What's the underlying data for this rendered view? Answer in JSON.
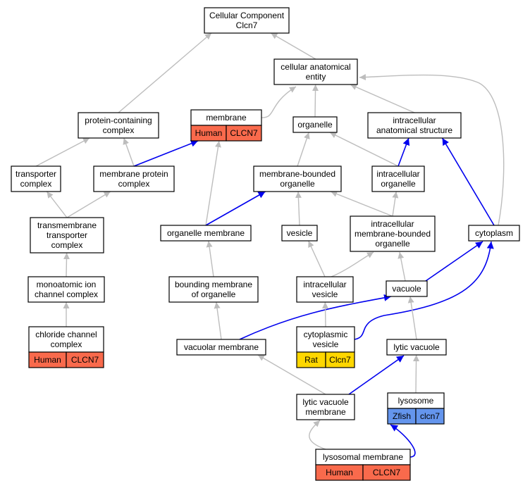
{
  "colors": {
    "human": "#f96a4c",
    "rat": "#ffd700",
    "zfish": "#6495ed",
    "edge_gray": "#bdbdbd",
    "edge_blue": "#0000ee"
  },
  "nodes": {
    "cellular_component": [
      "Cellular Component",
      "Clcn7"
    ],
    "cellular_anatomical_entity": [
      "cellular anatomical",
      "entity"
    ],
    "protein_containing_complex": [
      "protein-containing",
      "complex"
    ],
    "membrane": [
      "membrane"
    ],
    "organelle": [
      "organelle"
    ],
    "intracellular_anatomical_structure": [
      "intracellular",
      "anatomical structure"
    ],
    "transporter_complex": [
      "transporter",
      "complex"
    ],
    "membrane_protein_complex": [
      "membrane protein",
      "complex"
    ],
    "membrane_bounded_organelle": [
      "membrane-bounded",
      "organelle"
    ],
    "intracellular_organelle": [
      "intracellular",
      "organelle"
    ],
    "transmembrane_transporter_complex": [
      "transmembrane",
      "transporter",
      "complex"
    ],
    "organelle_membrane": [
      "organelle membrane"
    ],
    "vesicle": [
      "vesicle"
    ],
    "intracellular_membrane_bounded_organelle": [
      "intracellular",
      "membrane-bounded",
      "organelle"
    ],
    "cytoplasm": [
      "cytoplasm"
    ],
    "monoatomic_ion_channel_complex": [
      "monoatomic ion",
      "channel complex"
    ],
    "bounding_membrane_of_organelle": [
      "bounding membrane",
      "of organelle"
    ],
    "intracellular_vesicle": [
      "intracellular",
      "vesicle"
    ],
    "vacuole": [
      "vacuole"
    ],
    "chloride_channel_complex": [
      "chloride channel",
      "complex"
    ],
    "vacuolar_membrane": [
      "vacuolar membrane"
    ],
    "cytoplasmic_vesicle": [
      "cytoplasmic",
      "vesicle"
    ],
    "lytic_vacuole": [
      "lytic vacuole"
    ],
    "lytic_vacuole_membrane": [
      "lytic vacuole",
      "membrane"
    ],
    "lysosome": [
      "lysosome"
    ],
    "lysosomal_membrane": [
      "lysosomal membrane"
    ]
  },
  "annotations": {
    "membrane": [
      "Human",
      "CLCN7"
    ],
    "chloride_channel_complex": [
      "Human",
      "CLCN7"
    ],
    "cytoplasmic_vesicle": [
      "Rat",
      "Clcn7"
    ],
    "lysosome": [
      "Zfish",
      "clcn7"
    ],
    "lysosomal_membrane": [
      "Human",
      "CLCN7"
    ]
  },
  "edges": [
    {
      "from": "cellular_anatomical_entity",
      "to": "cellular_component",
      "type": "gray"
    },
    {
      "from": "protein_containing_complex",
      "to": "cellular_component",
      "type": "gray"
    },
    {
      "from": "membrane",
      "to": "cellular_anatomical_entity",
      "type": "gray"
    },
    {
      "from": "organelle",
      "to": "cellular_anatomical_entity",
      "type": "gray"
    },
    {
      "from": "intracellular_anatomical_structure",
      "to": "cellular_anatomical_entity",
      "type": "gray"
    },
    {
      "from": "cytoplasm",
      "to": "cellular_anatomical_entity",
      "type": "gray"
    },
    {
      "from": "transporter_complex",
      "to": "protein_containing_complex",
      "type": "gray"
    },
    {
      "from": "membrane_protein_complex",
      "to": "protein_containing_complex",
      "type": "gray"
    },
    {
      "from": "membrane_protein_complex",
      "to": "membrane",
      "type": "blue"
    },
    {
      "from": "membrane_bounded_organelle",
      "to": "organelle",
      "type": "gray"
    },
    {
      "from": "intracellular_organelle",
      "to": "organelle",
      "type": "gray"
    },
    {
      "from": "intracellular_organelle",
      "to": "intracellular_anatomical_structure",
      "type": "blue"
    },
    {
      "from": "cytoplasm",
      "to": "intracellular_anatomical_structure",
      "type": "blue"
    },
    {
      "from": "transmembrane_transporter_complex",
      "to": "transporter_complex",
      "type": "gray"
    },
    {
      "from": "transmembrane_transporter_complex",
      "to": "membrane_protein_complex",
      "type": "gray"
    },
    {
      "from": "organelle_membrane",
      "to": "membrane",
      "type": "gray"
    },
    {
      "from": "organelle_membrane",
      "to": "membrane_bounded_organelle",
      "type": "blue"
    },
    {
      "from": "vesicle",
      "to": "membrane_bounded_organelle",
      "type": "gray"
    },
    {
      "from": "intracellular_membrane_bounded_organelle",
      "to": "membrane_bounded_organelle",
      "type": "gray"
    },
    {
      "from": "intracellular_membrane_bounded_organelle",
      "to": "intracellular_organelle",
      "type": "gray"
    },
    {
      "from": "monoatomic_ion_channel_complex",
      "to": "transmembrane_transporter_complex",
      "type": "gray"
    },
    {
      "from": "bounding_membrane_of_organelle",
      "to": "organelle_membrane",
      "type": "gray"
    },
    {
      "from": "intracellular_vesicle",
      "to": "vesicle",
      "type": "gray"
    },
    {
      "from": "intracellular_vesicle",
      "to": "intracellular_membrane_bounded_organelle",
      "type": "gray"
    },
    {
      "from": "vacuole",
      "to": "intracellular_membrane_bounded_organelle",
      "type": "gray"
    },
    {
      "from": "vacuole",
      "to": "cytoplasm",
      "type": "blue"
    },
    {
      "from": "chloride_channel_complex",
      "to": "monoatomic_ion_channel_complex",
      "type": "gray"
    },
    {
      "from": "vacuolar_membrane",
      "to": "bounding_membrane_of_organelle",
      "type": "gray"
    },
    {
      "from": "vacuolar_membrane",
      "to": "vacuole",
      "type": "blue"
    },
    {
      "from": "cytoplasmic_vesicle",
      "to": "intracellular_vesicle",
      "type": "gray"
    },
    {
      "from": "cytoplasmic_vesicle",
      "to": "cytoplasm",
      "type": "blue"
    },
    {
      "from": "lytic_vacuole",
      "to": "vacuole",
      "type": "gray"
    },
    {
      "from": "lytic_vacuole_membrane",
      "to": "vacuolar_membrane",
      "type": "gray"
    },
    {
      "from": "lytic_vacuole_membrane",
      "to": "lytic_vacuole",
      "type": "blue"
    },
    {
      "from": "lysosome",
      "to": "lytic_vacuole",
      "type": "gray"
    },
    {
      "from": "lysosomal_membrane",
      "to": "lytic_vacuole_membrane",
      "type": "gray"
    },
    {
      "from": "lysosomal_membrane",
      "to": "lysosome",
      "type": "blue"
    }
  ]
}
